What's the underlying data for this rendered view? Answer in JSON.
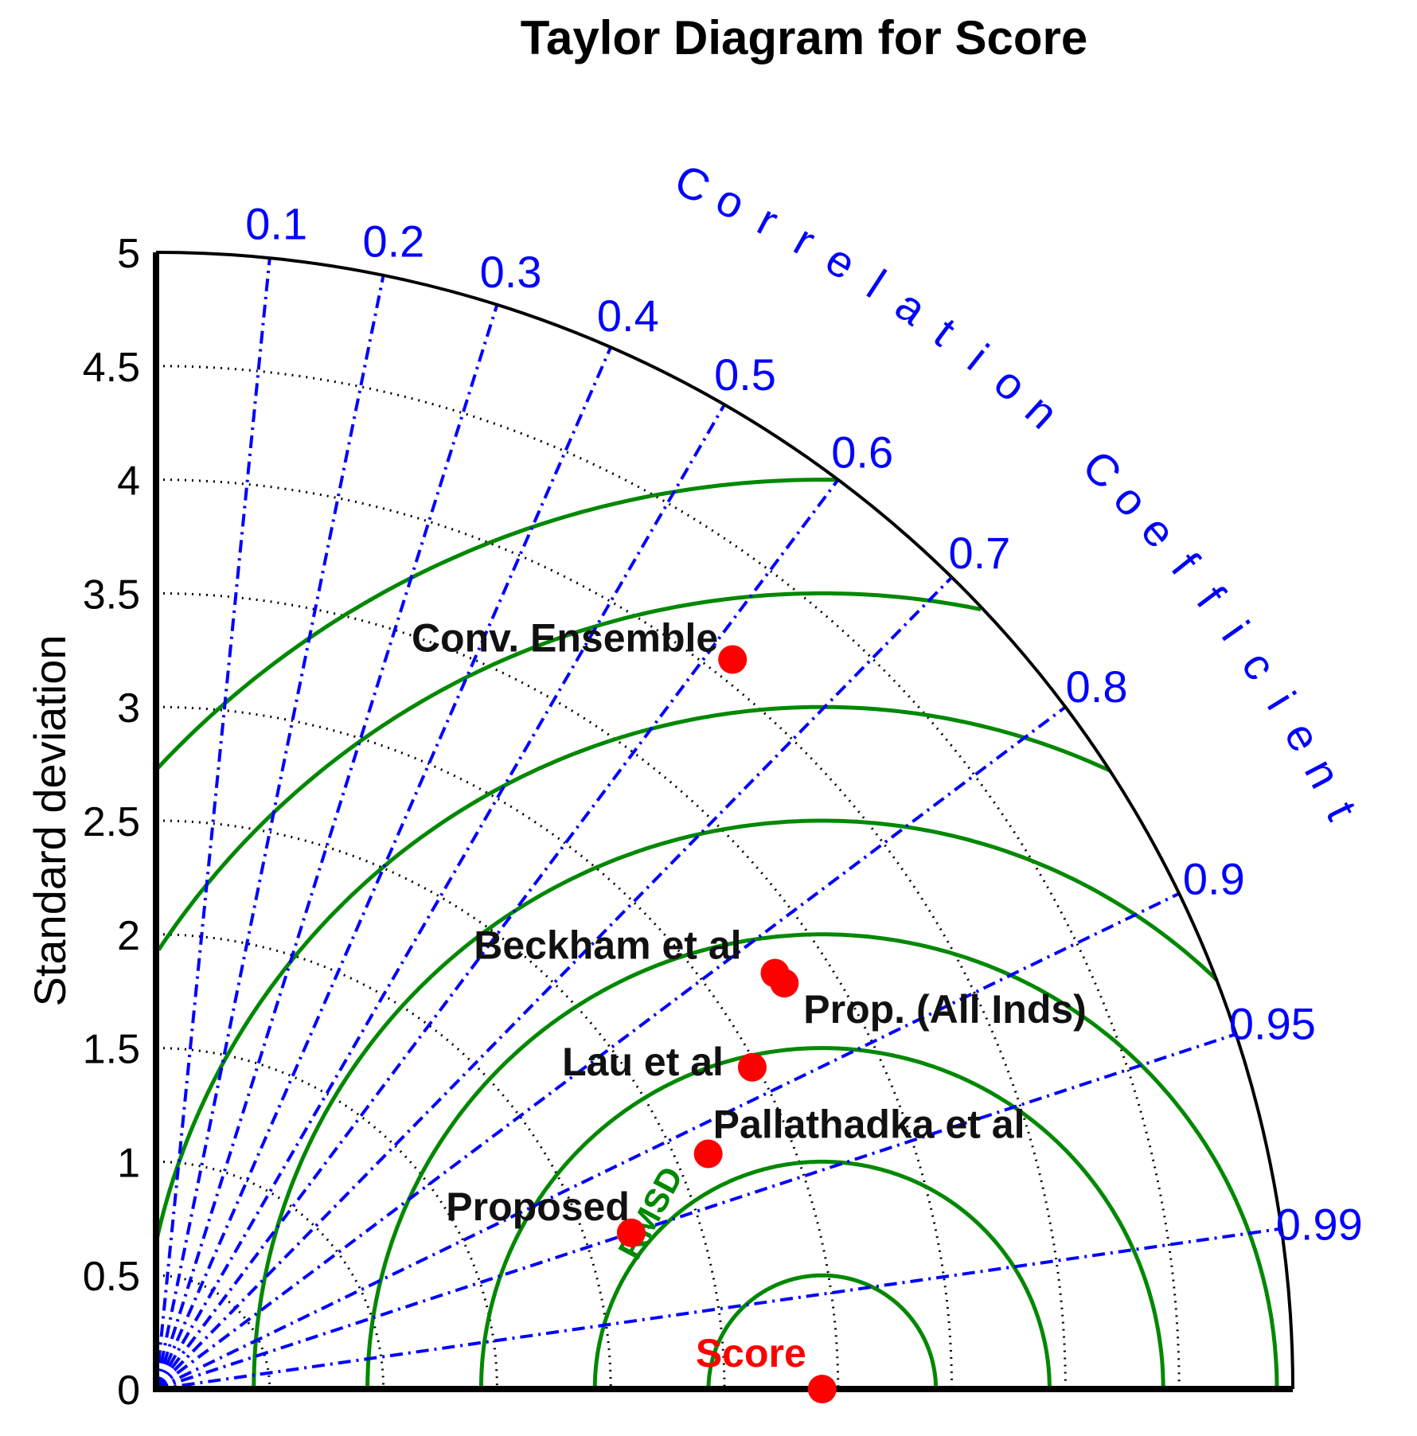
{
  "chart_data": {
    "type": "scatter",
    "subtype": "taylor-diagram",
    "title": "Taylor Diagram for Score",
    "ylabel": "Standard deviation",
    "corr_label": "Correlation Coefficient",
    "rmsd_label": "RMSD",
    "std_range": [
      0,
      5
    ],
    "std_ticks": [
      "0",
      "0.5",
      "1",
      "1.5",
      "2",
      "2.5",
      "3",
      "3.5",
      "4",
      "4.5",
      "5"
    ],
    "corr_ticks": [
      "0.1",
      "0.2",
      "0.3",
      "0.4",
      "0.5",
      "0.6",
      "0.7",
      "0.8",
      "0.9",
      "0.95",
      "0.99"
    ],
    "rmsd_contours": [
      0.5,
      1,
      1.5,
      2,
      2.5,
      3,
      3.5,
      4
    ],
    "reference": {
      "name": "Score",
      "std": 2.93,
      "corr": 1.0
    },
    "points": [
      {
        "name": "Conv. Ensemble",
        "std": 4.09,
        "corr": 0.62
      },
      {
        "name": "Beckham et al",
        "std": 3.28,
        "corr": 0.83
      },
      {
        "name": "Prop. (All Inds)",
        "std": 3.29,
        "corr": 0.84
      },
      {
        "name": "Lau et al",
        "std": 2.98,
        "corr": 0.88
      },
      {
        "name": "Pallathadka et al",
        "std": 2.64,
        "corr": 0.92
      },
      {
        "name": "Proposed",
        "std": 2.2,
        "corr": 0.95
      }
    ],
    "colors": {
      "axis": "#000000",
      "correlation": "#0000ff",
      "rmsd": "#008800",
      "std_grid": "#000000",
      "points": "#ff0000"
    }
  }
}
